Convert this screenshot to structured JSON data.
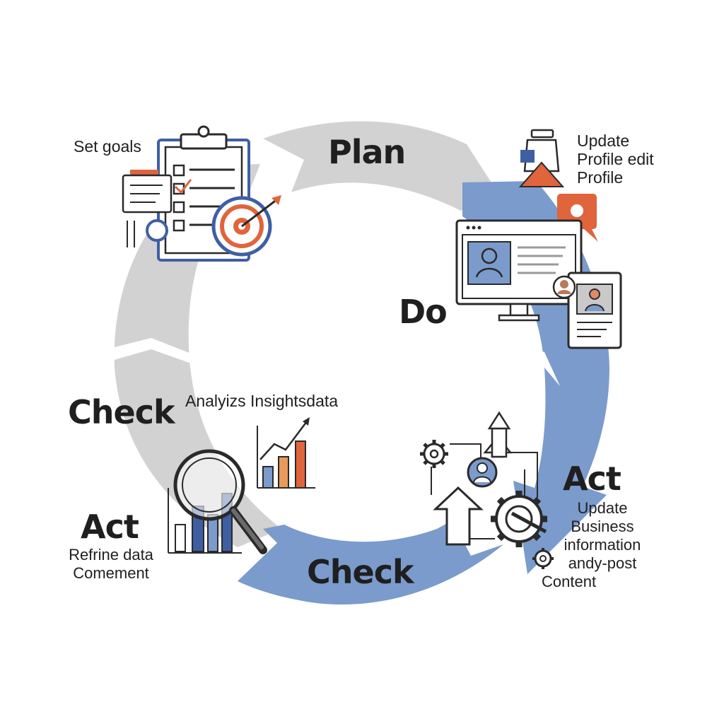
{
  "stages": {
    "plan": "Plan",
    "do": "Do",
    "check_left": "Check",
    "check_bottom": "Check",
    "act_left": "Act",
    "act_right": "Act"
  },
  "notes": {
    "set_goals": "Set goals",
    "update_profile": [
      "Update",
      "Profile edit",
      "Profile"
    ],
    "analyze": "Analyizs Insightsdata",
    "refine": [
      "Refrine data",
      "Comement"
    ],
    "update_business": [
      "Update",
      "Business",
      "information",
      "andy-post",
      "Content"
    ]
  },
  "colors": {
    "gray_arrow": "#d2d2d2",
    "blue_arrow": "#7b9bcc",
    "navy": "#3f5fa3",
    "orange": "#e0643c",
    "ink": "#2a2a2a"
  }
}
